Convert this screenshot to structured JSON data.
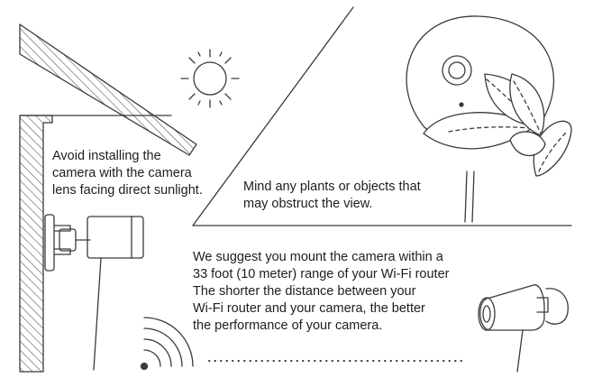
{
  "tips": {
    "sunlight": {
      "lines": [
        "Avoid installing the",
        "camera with the camera",
        "lens facing direct sunlight."
      ]
    },
    "plants": {
      "lines": [
        "Mind any plants or objects that",
        "may obstruct the view."
      ]
    },
    "router": {
      "lines": [
        "We suggest you mount the camera within a",
        "33 foot (10 meter) range of your Wi-Fi router",
        "The shorter the distance between your",
        "Wi-Fi router and your camera, the better",
        "the performance of your camera."
      ]
    }
  },
  "colors": {
    "line": "#3a3a3a",
    "hatch": "#4a4a4a",
    "fill": "#ffffff"
  },
  "icons": [
    "sun-icon",
    "wifi-icon",
    "camera-icon",
    "plant-icon"
  ]
}
